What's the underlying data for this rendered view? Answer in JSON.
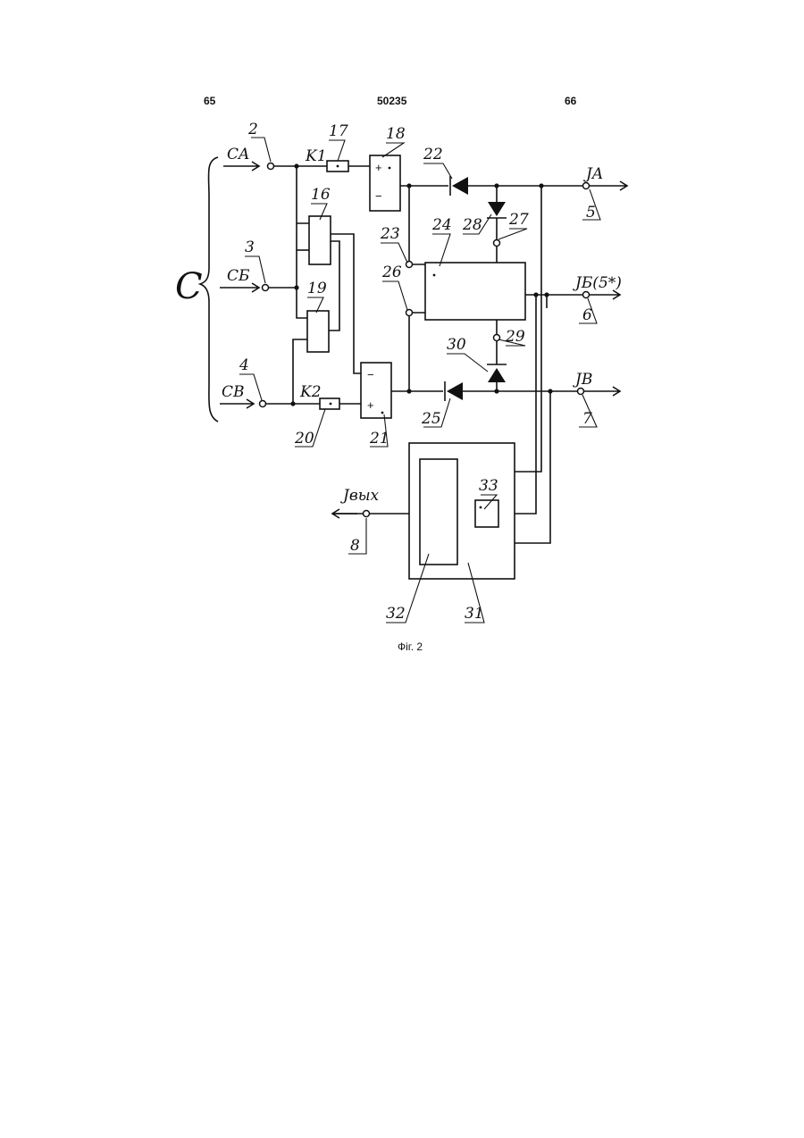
{
  "header": {
    "page_left": "65",
    "doc_number": "50235",
    "page_right": "66"
  },
  "caption": "Фіг. 2",
  "inputs": {
    "group": "C",
    "a": {
      "signal": "CA",
      "ref": "2"
    },
    "b": {
      "signal": "CБ",
      "ref": "3"
    },
    "c": {
      "signal": "CB",
      "ref": "4"
    }
  },
  "outputs": {
    "a": {
      "signal": "JA",
      "ref": "5"
    },
    "b": {
      "signal": "JБ(5*)",
      "ref": "6"
    },
    "c": {
      "signal": "JB",
      "ref": "7"
    },
    "out": {
      "signal": "Jвых",
      "ref": "8"
    }
  },
  "coefficients": {
    "k1": "K1",
    "k2": "K2"
  },
  "refs": {
    "r16": "16",
    "r17": "17",
    "r18": "18",
    "r19": "19",
    "r20": "20",
    "r21": "21",
    "r22": "22",
    "r23": "23",
    "r24": "24",
    "r25": "25",
    "r26": "26",
    "r27": "27",
    "r28": "28",
    "r29": "29",
    "r30": "30",
    "r31": "31",
    "r32": "32",
    "r33": "33"
  },
  "signs": {
    "plus": "+",
    "minus": "−"
  }
}
